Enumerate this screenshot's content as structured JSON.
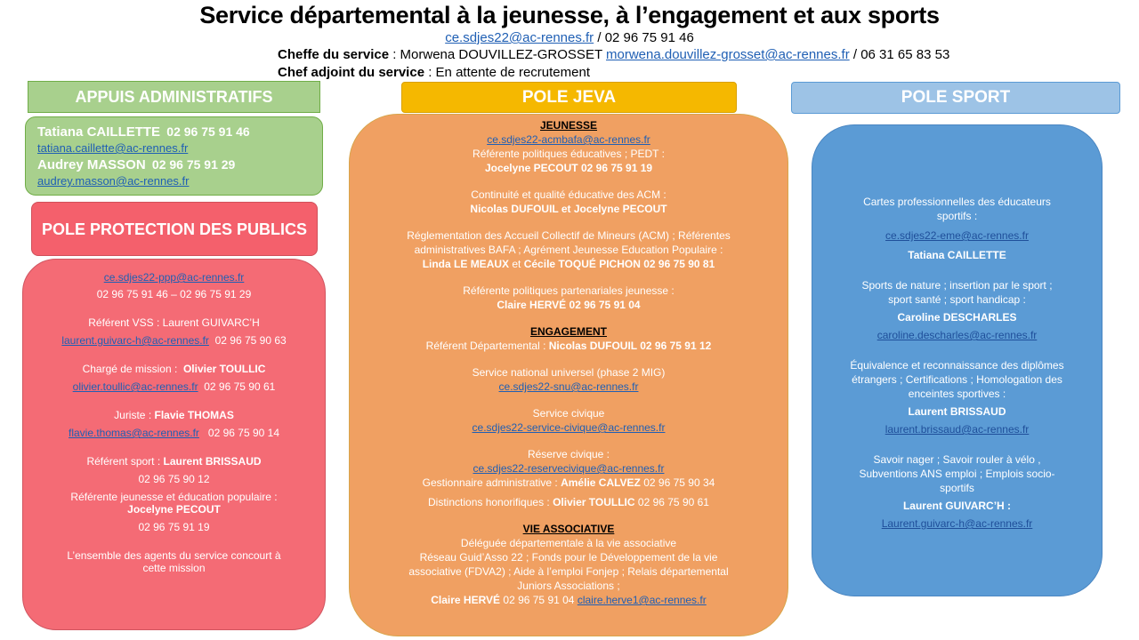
{
  "header": {
    "title": "Service départemental à la jeunesse, à l’engagement et aux sports",
    "email": "ce.sdjes22@ac-rennes.fr",
    "phone": " / 02 96 75 91 46",
    "chief_label": "Cheffe du service",
    "chief_text": " : Morwena DOUVILLEZ-GROSSET ",
    "chief_email": "morwena.douvillez-grosset@ac-rennes.fr",
    "chief_phone": " / 06 31 65 83 53",
    "deputy_label": "Chef adjoint du service",
    "deputy_text": " : En attente de recrutement"
  },
  "admin": {
    "title": "APPUIS ADMINISTRATIFS",
    "person1_name": "Tatiana CAILLETTE",
    "person1_phone": "02 96 75 91 46",
    "person1_email": "tatiana.caillette@ac-rennes.fr",
    "person2_name": "Audrey MASSON",
    "person2_phone": "02 96 75 91 29",
    "person2_email": "audrey.masson@ac-rennes.fr"
  },
  "protection": {
    "title": "POLE PROTECTION DES PUBLICS",
    "email": "ce.sdjes22-ppp@ac-rennes.fr",
    "phones": "02 96 75 91 46 – 02 96 75 91 29",
    "vss_label": "Référent VSS : Laurent GUIVARC’H",
    "vss_email": "laurent.guivarc-h@ac-rennes.fr",
    "vss_phone": "02 96 75 90 63",
    "mission_label": "Chargé de mission :",
    "mission_name": "Olivier TOULLIC",
    "mission_email": "olivier.toullic@ac-rennes.fr",
    "mission_phone": "02 96 75 90 61",
    "jurist_label": "Juriste :",
    "jurist_name": "Flavie THOMAS",
    "jurist_email": "flavie.thomas@ac-rennes.fr",
    "jurist_phone": "02 96 75 90 14",
    "sport_label": "Référent sport :",
    "sport_name": "Laurent BRISSAUD",
    "sport_phone": "02 96 75 90 12",
    "youth_label": "Référente jeunesse et éducation populaire :",
    "youth_name": "Jocelyne PECOUT",
    "youth_phone": "02 96 75 91 19",
    "footer_line1": "L’ensemble des agents du service concourt à",
    "footer_line2": "cette mission"
  },
  "jeva": {
    "title": "POLE JEVA",
    "youth_head": "JEUNESSE",
    "youth_email": "ce.sdjes22-acmbafa@ac-rennes.fr",
    "pedt_label": "Référente politiques éducatives ; PEDT :",
    "pedt_person": "Jocelyne PECOUT 02 96 75 91 19",
    "acm_label": "Continuité et qualité éducative des ACM :",
    "acm_person": "Nicolas DUFOUIL et Jocelyne PECOUT",
    "reg_line1": "Réglementation des Accueil Collectif de Mineurs (ACM) ; Référentes",
    "reg_line2": "administratives BAFA ; Agrément Jeunesse Education Populaire :",
    "reg_name1": "Linda LE MEAUX",
    "reg_and": " et ",
    "reg_name2": "Cécile TOQUÉ PICHON",
    "reg_phone": " 02 96 75 90 81",
    "part_label": "Référente politiques partenariales jeunesse :",
    "part_person": "Claire HERVÉ 02 96 75 91 04",
    "eng_head": "ENGAGEMENT",
    "eng_ref_label": "Référent Départemental :",
    "eng_ref_name": "Nicolas DUFOUIL",
    "eng_ref_phone": " 02 96 75 91 12",
    "snu_label": "Service national universel (phase 2 MIG)",
    "snu_email": "ce.sdjes22-snu@ac-rennes.fr",
    "civic_label": "Service civique",
    "civic_email": "ce.sdjes22-service-civique@ac-rennes.fr",
    "reserve_label": "Réserve civique :",
    "reserve_email": "ce.sdjes22-reservecivique@ac-rennes.fr",
    "manager_label": "Gestionnaire administrative :",
    "manager_name": "Amélie CALVEZ",
    "manager_phone": " 02 96 75 90 34",
    "honors_label": "Distinctions honorifiques :",
    "honors_name": "Olivier TOULLIC",
    "honors_phone": " 02 96 75 90 61",
    "assoc_head": "VIE ASSOCIATIVE",
    "assoc_line1": "Déléguée départementale à la vie associative",
    "assoc_line2": "Réseau Guid’Asso 22 ; Fonds pour le Développement de la vie",
    "assoc_line3": "associative (FDVA2) ; Aide à l’emploi Fonjep ; Relais départemental",
    "assoc_line4": "Juniors Associations ;",
    "assoc_person": "Claire HERVÉ",
    "assoc_phone": " 02 96 75 91 04 ",
    "assoc_email": "claire.herve1@ac-rennes.fr"
  },
  "sport": {
    "title": "POLE SPORT",
    "cards_line1": "Cartes professionnelles des éducateurs",
    "cards_line2": "sportifs :",
    "cards_email": "ce.sdjes22-eme@ac-rennes.fr",
    "cards_person": "Tatiana CAILLETTE",
    "nature_line1": "Sports de nature ; insertion par le sport ;",
    "nature_line2": "sport santé ; sport handicap :",
    "nature_person": "Caroline DESCHARLES",
    "nature_email": "caroline.descharles@ac-rennes.fr",
    "equiv_line1": "Équivalence et reconnaissance des diplômes",
    "equiv_line2": "étrangers ; Certifications ; Homologation des",
    "equiv_line3": "enceintes sportives :",
    "equiv_person": "Laurent BRISSAUD",
    "equiv_email": "laurent.brissaud@ac-rennes.fr",
    "swim_line1": "Savoir nager ; Savoir rouler à vélo ,",
    "swim_line2": "Subventions ANS emploi ; Emplois socio-",
    "swim_line3": "sportifs",
    "swim_person": "Laurent GUIVARC’H :",
    "swim_email": "Laurent.guivarc-h@ac-rennes.fr"
  }
}
